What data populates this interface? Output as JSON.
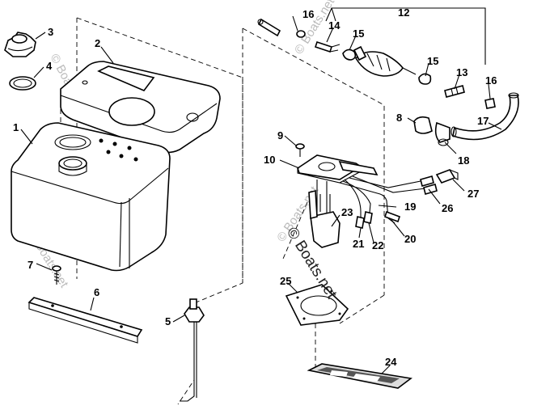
{
  "labels": {
    "p1": "1",
    "p2": "2",
    "p3": "3",
    "p4": "4",
    "p5": "5",
    "p6": "6",
    "p7": "7",
    "p8": "8",
    "p9": "9",
    "p10": "10",
    "p12": "12",
    "p13": "13",
    "p14": "14",
    "p15a": "15",
    "p15b": "15",
    "p16a": "16",
    "p16b": "16",
    "p17": "17",
    "p18": "18",
    "p19": "19",
    "p20": "20",
    "p21": "21",
    "p22": "22",
    "p23": "23",
    "p24": "24",
    "p25": "25",
    "p26": "26",
    "p27": "27"
  },
  "watermarks": {
    "main": "© Boats.net",
    "faint1": "© Boats.net",
    "faint2": "© Boats.net",
    "faint3": "© Boats.net",
    "faint4": "© Boats.net"
  }
}
